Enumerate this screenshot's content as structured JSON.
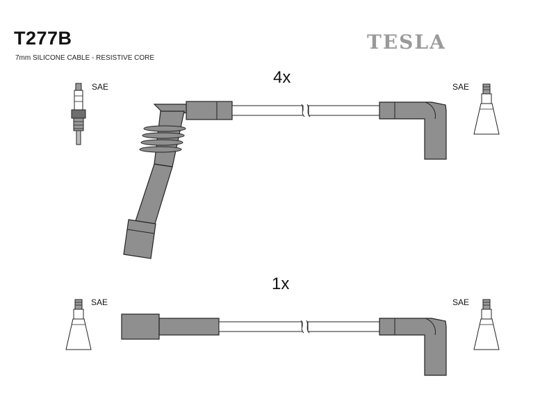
{
  "header": {
    "model": "T277B",
    "subtitle": "7mm SILICONE CABLE - RESISTIVE CORE",
    "brand": "TESLA"
  },
  "cables": [
    {
      "quantity": "4x",
      "terminal_left": "SAE",
      "terminal_right": "SAE"
    },
    {
      "quantity": "1x",
      "terminal_left": "SAE",
      "terminal_right": "SAE"
    }
  ],
  "colors": {
    "boot": "#8f8f8f",
    "outline": "#222222",
    "cable": "#ffffff",
    "cap": "#ffffff"
  }
}
